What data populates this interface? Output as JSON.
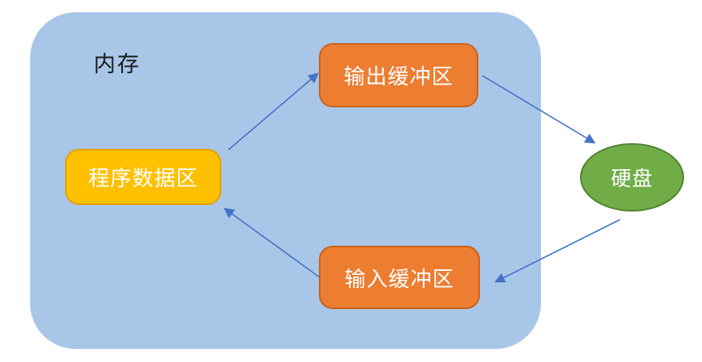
{
  "diagram": {
    "type": "flow-diagram",
    "canvas_bg": "#FFFFFF",
    "memory_container": {
      "label": "内存",
      "fill": "#A8C7E8",
      "text_color": "#1B1B1B"
    },
    "nodes": {
      "program_data": {
        "label": "程序数据区",
        "shape": "rounded-rect",
        "fill": "#FFC000",
        "border": "#E1A100",
        "text_color": "#FFFFFF"
      },
      "output_buffer": {
        "label": "输出缓冲区",
        "shape": "rounded-rect",
        "fill": "#ED7D31",
        "border": "#C8621F",
        "text_color": "#FFFFFF"
      },
      "input_buffer": {
        "label": "输入缓冲区",
        "shape": "rounded-rect",
        "fill": "#ED7D31",
        "border": "#C8621F",
        "text_color": "#FFFFFF"
      },
      "hard_disk": {
        "label": "硬盘",
        "shape": "ellipse",
        "fill": "#70AD47",
        "border": "#548235",
        "text_color": "#FFFFFF"
      }
    },
    "edges": [
      {
        "from": "program_data",
        "to": "output_buffer"
      },
      {
        "from": "output_buffer",
        "to": "hard_disk"
      },
      {
        "from": "hard_disk",
        "to": "input_buffer"
      },
      {
        "from": "input_buffer",
        "to": "program_data"
      }
    ],
    "arrow_color": "#4472C4"
  }
}
